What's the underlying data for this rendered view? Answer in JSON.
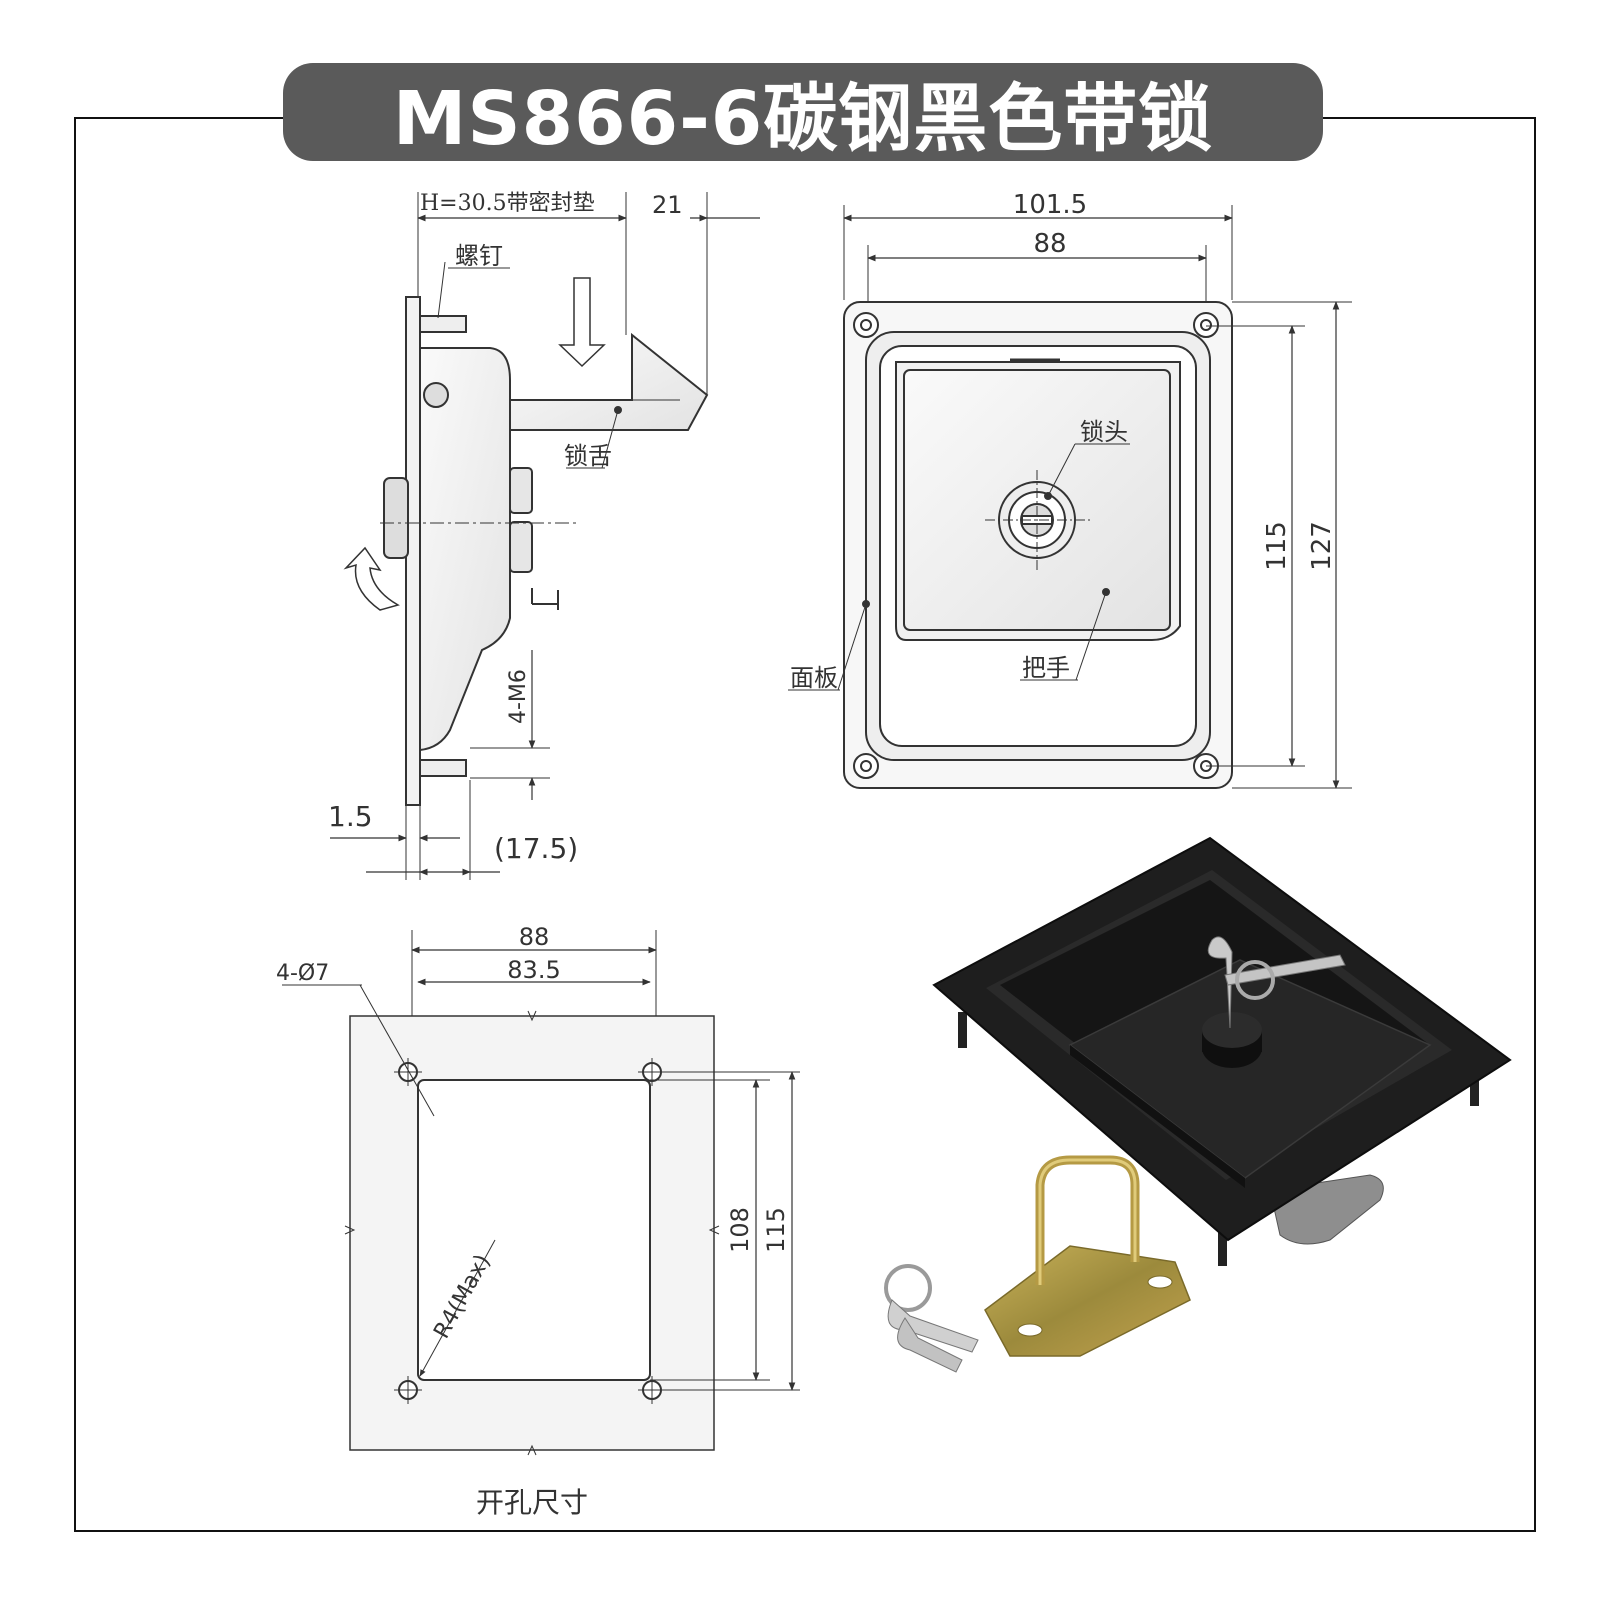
{
  "title": "MS866-6碳钢黑色带锁",
  "side_view": {
    "dim_height": "H=30.5带密封垫",
    "dim_21": "21",
    "label_screw": "螺钉",
    "label_tongue": "锁舌",
    "dim_thread": "4-M6",
    "dim_1_5": "1.5",
    "dim_17_5": "(17.5)"
  },
  "front_view": {
    "dim_outer_width": "101.5",
    "dim_inner_width": "88",
    "dim_inner_height": "115",
    "dim_outer_height": "127",
    "label_lock_head": "锁头",
    "label_panel": "面板",
    "label_handle": "把手"
  },
  "cutout_view": {
    "dim_hole": "4-Ø7",
    "dim_outer_width": "88",
    "dim_inner_width": "83.5",
    "dim_inner_height": "108",
    "dim_outer_height": "115",
    "dim_radius": "R4(Max)",
    "caption": "开孔尺寸"
  },
  "colors": {
    "title_bg": "#5a5a5a",
    "line": "#333333",
    "metal_black": "#1c1c1c",
    "brass": "#b8a04a"
  }
}
